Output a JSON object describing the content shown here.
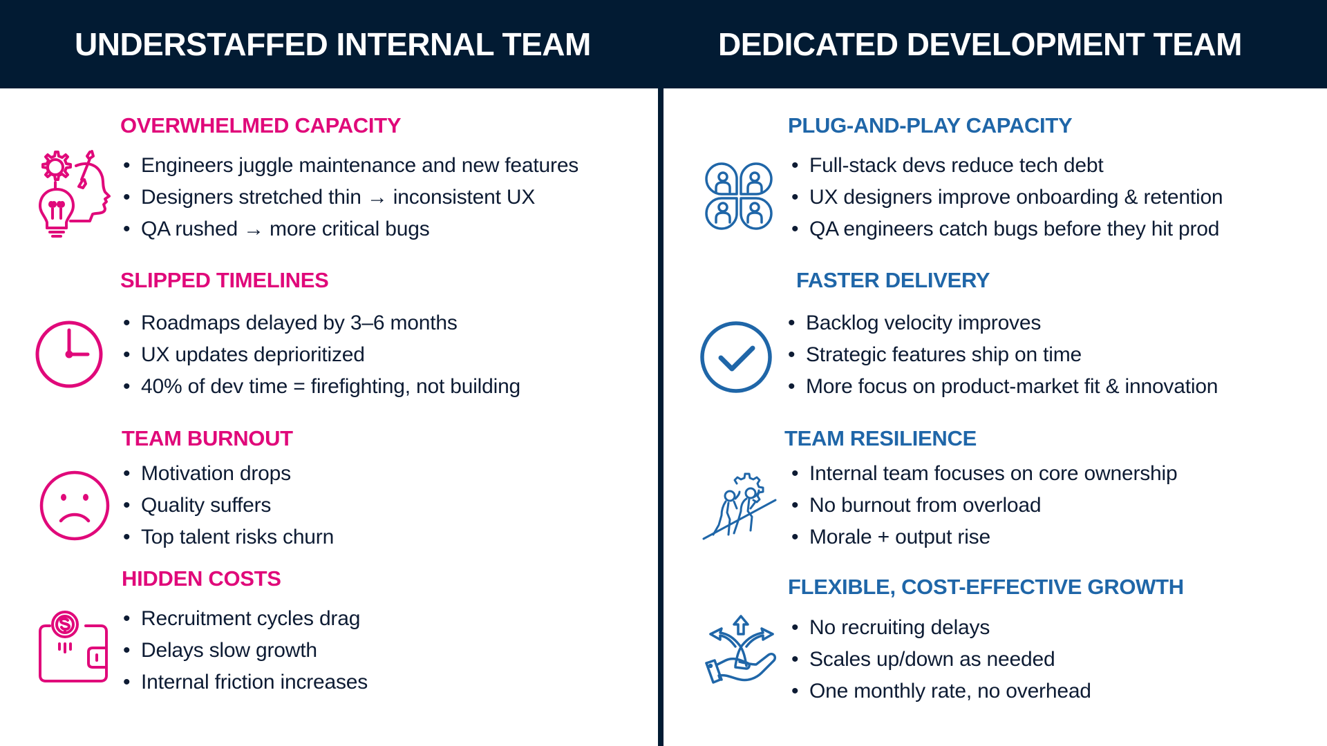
{
  "colors": {
    "header_bg": "#021b33",
    "left_accent": "#e0097a",
    "right_accent": "#1f66a8",
    "body_text": "#0d1b33"
  },
  "left": {
    "title": "UNDERSTAFFED INTERNAL TEAM",
    "sections": [
      {
        "icon": "head-gear-lightbulb-icon",
        "heading": "OVERWHELMED CAPACITY",
        "bullets": [
          "Engineers juggle maintenance and new features",
          "Designers stretched thin → inconsistent UX",
          "QA rushed → more critical bugs"
        ]
      },
      {
        "icon": "clock-icon",
        "heading": "SLIPPED TIMELINES",
        "bullets": [
          "Roadmaps delayed by 3–6 months",
          "UX updates deprioritized",
          "40% of dev time = firefighting, not building"
        ]
      },
      {
        "icon": "sad-face-icon",
        "heading": "TEAM BURNOUT",
        "bullets": [
          "Motivation drops",
          "Quality suffers",
          "Top talent risks churn"
        ]
      },
      {
        "icon": "wallet-coin-icon",
        "heading": "HIDDEN COSTS",
        "bullets": [
          "Recruitment cycles drag",
          "Delays slow growth",
          "Internal friction increases"
        ]
      }
    ]
  },
  "right": {
    "title": "DEDICATED DEVELOPMENT TEAM",
    "sections": [
      {
        "icon": "team-group-icon",
        "heading": "PLUG-AND-PLAY CAPACITY",
        "bullets": [
          "Full-stack devs reduce tech debt",
          "UX designers improve onboarding & retention",
          "QA engineers catch bugs before they hit prod"
        ]
      },
      {
        "icon": "checkmark-circle-icon",
        "heading": "FASTER DELIVERY",
        "bullets": [
          "Backlog velocity improves",
          "Strategic features ship on time",
          "More focus on product-market fit & innovation"
        ]
      },
      {
        "icon": "people-pushing-gear-icon",
        "heading": "TEAM RESILIENCE",
        "bullets": [
          "Internal team focuses on core ownership",
          "No burnout from overload",
          "Morale + output rise"
        ]
      },
      {
        "icon": "hand-arrows-icon",
        "heading": "FLEXIBLE, COST-EFFECTIVE GROWTH",
        "bullets": [
          "No recruiting delays",
          "Scales up/down as needed",
          "One monthly rate, no overhead"
        ]
      }
    ]
  }
}
